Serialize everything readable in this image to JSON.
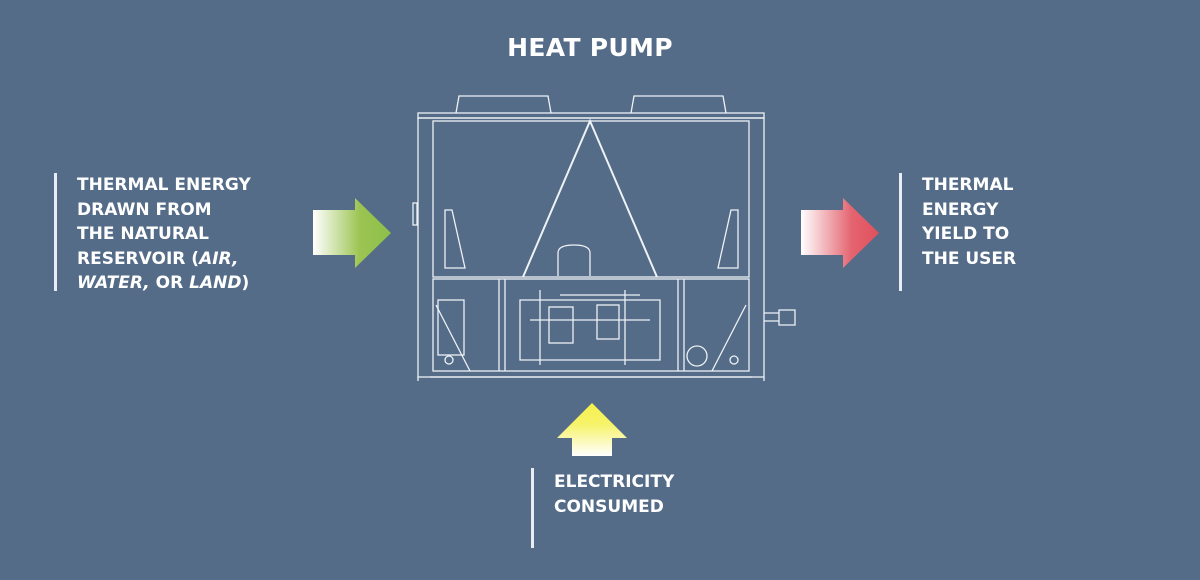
{
  "title": "HEAT PUMP",
  "input_label": {
    "lines": [
      [
        {
          "t": "THERMAL ENERGY",
          "i": false
        }
      ],
      [
        {
          "t": "DRAWN FROM",
          "i": false
        }
      ],
      [
        {
          "t": "THE NATURAL",
          "i": false
        }
      ],
      [
        {
          "t": "RESERVOIR (",
          "i": false
        },
        {
          "t": "AIR,",
          "i": true
        }
      ],
      [
        {
          "t": "WATER,",
          "i": true
        },
        {
          "t": " OR ",
          "i": false
        },
        {
          "t": "LAND",
          "i": true
        },
        {
          "t": ")",
          "i": false
        }
      ]
    ]
  },
  "output_label": {
    "lines": [
      [
        {
          "t": "THERMAL",
          "i": false
        }
      ],
      [
        {
          "t": "ENERGY",
          "i": false
        }
      ],
      [
        {
          "t": "YIELD TO",
          "i": false
        }
      ],
      [
        {
          "t": "THE USER",
          "i": false
        }
      ]
    ]
  },
  "electricity_label": {
    "lines": [
      [
        {
          "t": "ELECTRICITY",
          "i": false
        }
      ],
      [
        {
          "t": "CONSUMED",
          "i": false
        }
      ]
    ]
  },
  "colors": {
    "background": "#546c88",
    "input_arrow": "#8cc04a",
    "output_arrow": "#e0505c",
    "electricity_arrow": "#f5f04a"
  }
}
